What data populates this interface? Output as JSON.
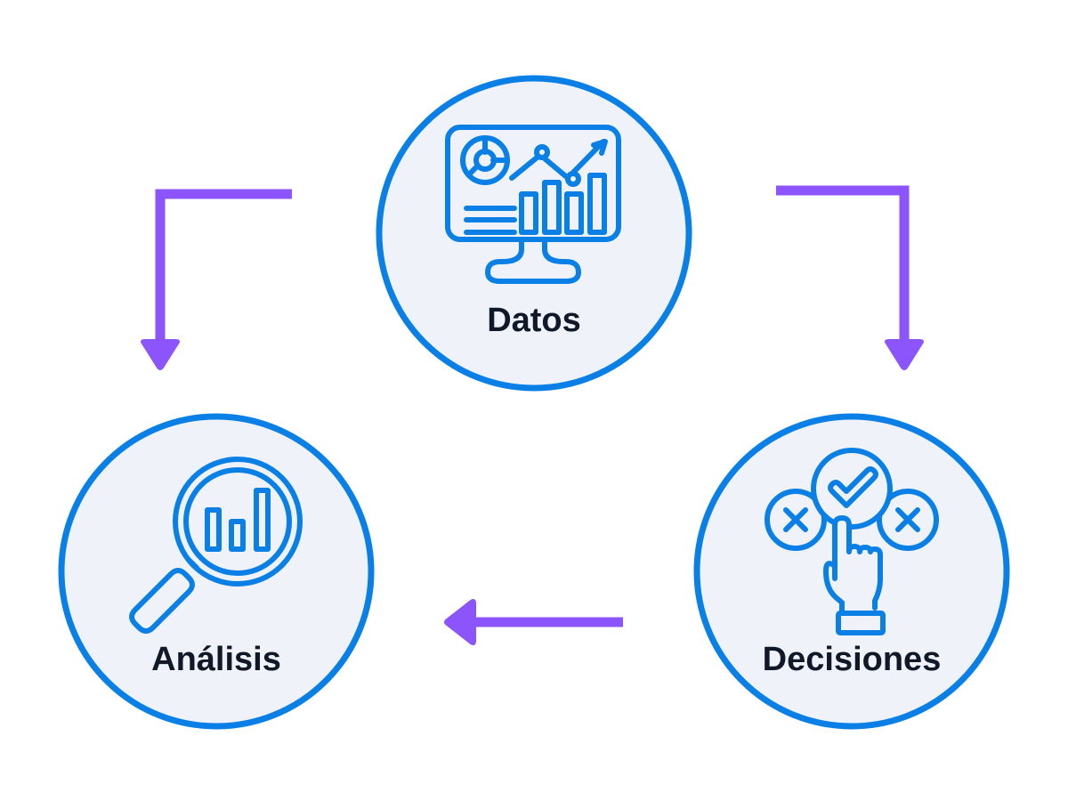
{
  "diagram": {
    "type": "cycle",
    "colors": {
      "circle_stroke": "#0A80E6",
      "circle_fill": "#EFF3F9",
      "icon": "#0A80E6",
      "arrow": "#8B55FB",
      "label": "#111827",
      "background": "#FFFFFF"
    },
    "nodes": [
      {
        "id": "datos",
        "label": "Datos",
        "icon": "monitor-analytics-icon"
      },
      {
        "id": "analisis",
        "label": "Análisis",
        "icon": "magnifier-chart-icon"
      },
      {
        "id": "decisiones",
        "label": "Decisiones",
        "icon": "hand-choice-check-icon"
      }
    ],
    "edges": [
      {
        "from": "datos",
        "to": "analisis"
      },
      {
        "from": "datos",
        "to": "decisiones"
      },
      {
        "from": "decisiones",
        "to": "analisis"
      }
    ]
  }
}
